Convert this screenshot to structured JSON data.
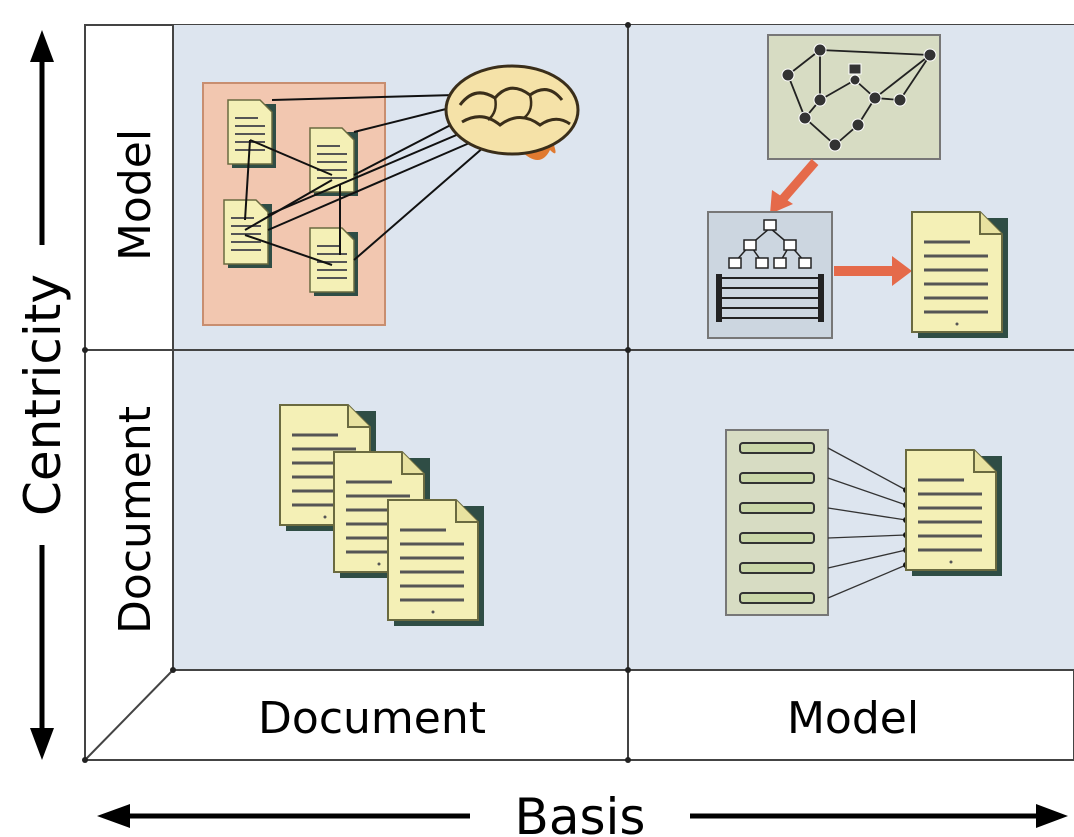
{
  "axes": {
    "vertical": {
      "title": "Centricity"
    },
    "horizontal": {
      "title": "Basis"
    }
  },
  "rows": [
    {
      "label": "Model"
    },
    {
      "label": "Document"
    }
  ],
  "columns": [
    {
      "label": "Document"
    },
    {
      "label": "Model"
    }
  ],
  "cells": {
    "model_document": {
      "content": "document-cluster-linked-to-brain",
      "icons": [
        "document-icon",
        "brain-icon"
      ]
    },
    "model_model": {
      "content": "graph-to-tree-to-document",
      "icons": [
        "network-graph-icon",
        "tree-model-icon",
        "document-icon"
      ]
    },
    "document_document": {
      "content": "stacked-documents",
      "icons": [
        "document-icon"
      ]
    },
    "document_model": {
      "content": "structured-list-to-document",
      "icons": [
        "structured-list-icon",
        "document-icon"
      ]
    }
  },
  "colors": {
    "quadrant_bg": "#dde5ef",
    "doc_fill": "#f4f0b6",
    "doc_shadow": "#2f4d45",
    "highlight_box": "#f2c7b0",
    "arrow_accent": "#e56a4a",
    "panel_green": "#d7dcc3"
  }
}
